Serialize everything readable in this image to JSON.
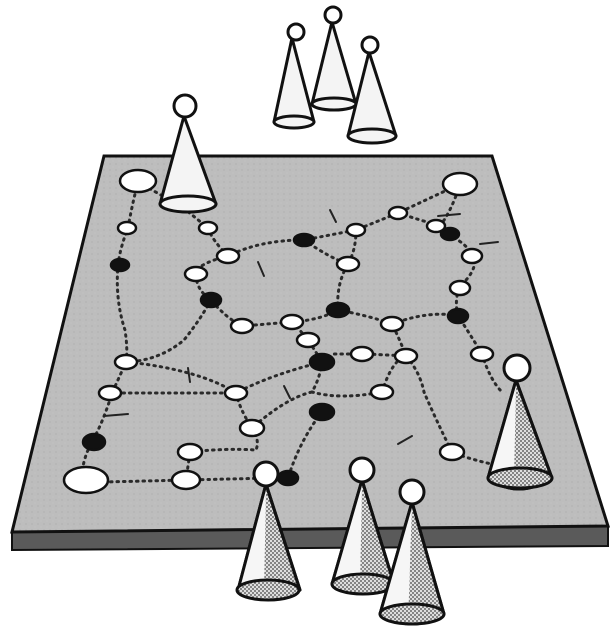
{
  "game": {
    "colors": {
      "background": "#ffffff",
      "board_top": "#bcbcbc",
      "board_edge": "#5a5a5a",
      "outline": "#111111",
      "path_dots": "#2a2a2a",
      "open_space": "#ffffff",
      "filled_space": "#111111",
      "piece_body": "#f4f4f4",
      "piece_shade": "#9a9a9a"
    },
    "icons": {
      "open_space": "open-circle-space",
      "filled_space": "filled-circle-space",
      "home_space": "large-open-circle-home",
      "piece": "cone-pawn"
    },
    "piece_groups": [
      "top",
      "left-corner",
      "right",
      "bottom"
    ]
  }
}
